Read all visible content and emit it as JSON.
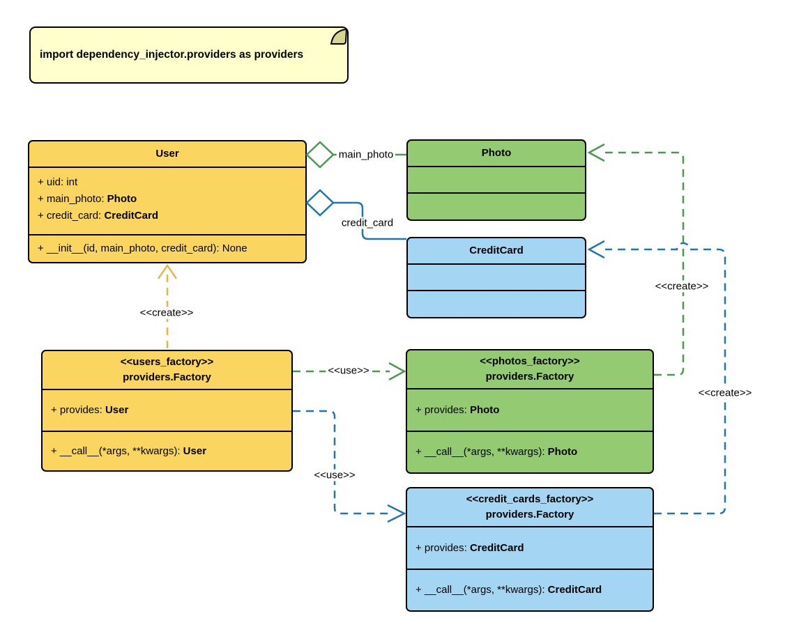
{
  "note": {
    "text": "import dependency_injector.providers as providers"
  },
  "classes": {
    "user": {
      "title": "User",
      "attributes": [
        {
          "prefix": "+ uid: int",
          "type": ""
        },
        {
          "prefix": "+ main_photo: ",
          "type": "Photo"
        },
        {
          "prefix": "+ credit_card: ",
          "type": "CreditCard"
        }
      ],
      "methods": [
        {
          "prefix": "+ __init__(id, main_photo, credit_card): None",
          "type": ""
        }
      ]
    },
    "photo": {
      "title": "Photo",
      "attributes": [],
      "methods": []
    },
    "credit_card": {
      "title": "CreditCard",
      "attributes": [],
      "methods": []
    },
    "users_factory": {
      "stereotype": "<<users_factory>>",
      "title": "providers.Factory",
      "attributes": [
        {
          "prefix": "+ provides: ",
          "type": "User"
        }
      ],
      "methods": [
        {
          "prefix": "+ __call__(*args, **kwargs): ",
          "type": "User"
        }
      ]
    },
    "photos_factory": {
      "stereotype": "<<photos_factory>>",
      "title": "providers.Factory",
      "attributes": [
        {
          "prefix": "+ provides: ",
          "type": "Photo"
        }
      ],
      "methods": [
        {
          "prefix": "+ __call__(*args, **kwargs): ",
          "type": "Photo"
        }
      ]
    },
    "credit_cards_factory": {
      "stereotype": "<<credit_cards_factory>>",
      "title": "providers.Factory",
      "attributes": [
        {
          "prefix": "+ provides: ",
          "type": "CreditCard"
        }
      ],
      "methods": [
        {
          "prefix": "+ __call__(*args, **kwargs): ",
          "type": "CreditCard"
        }
      ]
    }
  },
  "connectors": {
    "main_photo": {
      "label": "main_photo",
      "type": "aggregation",
      "from": "User",
      "to": "Photo",
      "color": "#4d9850"
    },
    "credit_card": {
      "label": "credit_card",
      "type": "aggregation",
      "from": "User",
      "to": "CreditCard",
      "color": "#2076a8"
    },
    "create_user": {
      "label": "<<create>>",
      "type": "dependency",
      "from": "users_factory",
      "to": "User",
      "color": "#eab445"
    },
    "use_photos": {
      "label": "<<use>>",
      "type": "dependency",
      "from": "users_factory",
      "to": "photos_factory",
      "color": "#4d9850"
    },
    "use_credit_cards": {
      "label": "<<use>>",
      "type": "dependency",
      "from": "users_factory",
      "to": "credit_cards_factory",
      "color": "#2076a8"
    },
    "create_photo": {
      "label": "<<create>>",
      "type": "dependency",
      "from": "photos_factory",
      "to": "Photo",
      "color": "#4d9850"
    },
    "create_credit_card": {
      "label": "<<create>>",
      "type": "dependency",
      "from": "credit_cards_factory",
      "to": "CreditCard",
      "color": "#2076a8"
    }
  },
  "colors": {
    "yellow_fill": "#fad55f",
    "green_fill": "#93ca72",
    "blue_fill": "#a4d5f2",
    "note_fill": "#ffffcb",
    "green_line": "#4d9850",
    "blue_line": "#2076a8",
    "yellow_line": "#eab445",
    "border": "#000000"
  }
}
